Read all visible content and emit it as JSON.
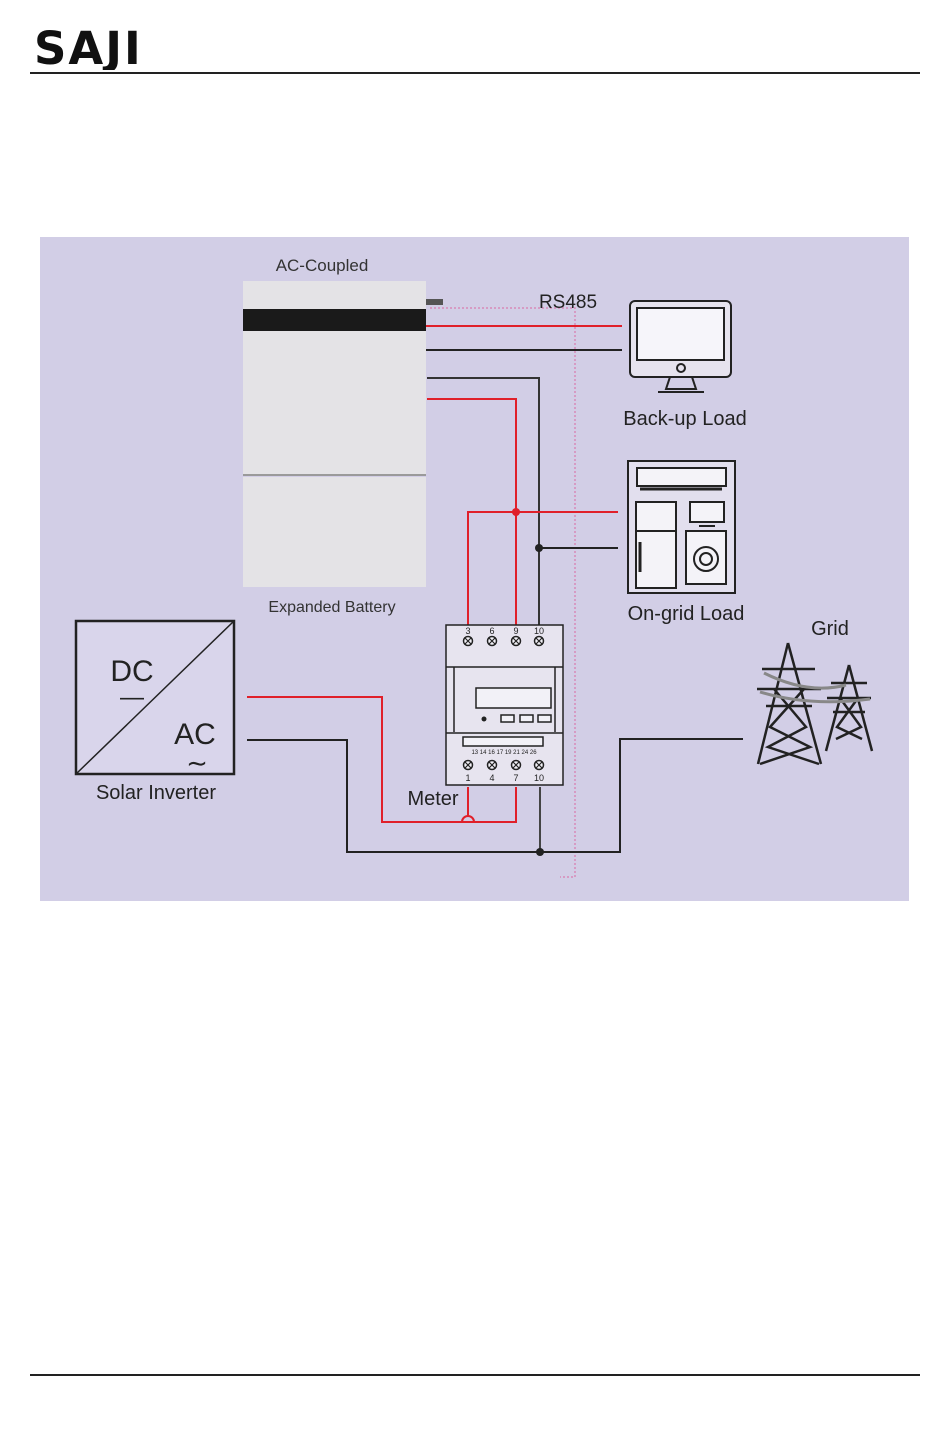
{
  "header": {
    "logo_text": "SAJI"
  },
  "diagram": {
    "title_ac_coupled": "AC-Coupled",
    "label_rs485": "RS485",
    "label_backup_load": "Back-up Load",
    "label_ongrid_load": "On-grid Load",
    "label_grid": "Grid",
    "label_expanded_battery": "Expanded Battery",
    "label_meter": "Meter",
    "label_solar_inverter": "Solar Inverter",
    "inverter_dc": "DC",
    "inverter_ac": "AC",
    "inverter_dc_symbol": "—",
    "inverter_ac_symbol": "∼",
    "meter_top_terminals": [
      "3",
      "6",
      "9",
      "10"
    ],
    "meter_bottom_terminals": [
      "1",
      "4",
      "7",
      "10"
    ],
    "meter_small_terminals": "13 14 16 17 19 21 24 26",
    "colors": {
      "background": "#d2cee6",
      "live_wire": "#e0202a",
      "neutral_wire": "#222222",
      "comm_wire": "#d88ab8",
      "battery": "#e4e3e6"
    }
  }
}
